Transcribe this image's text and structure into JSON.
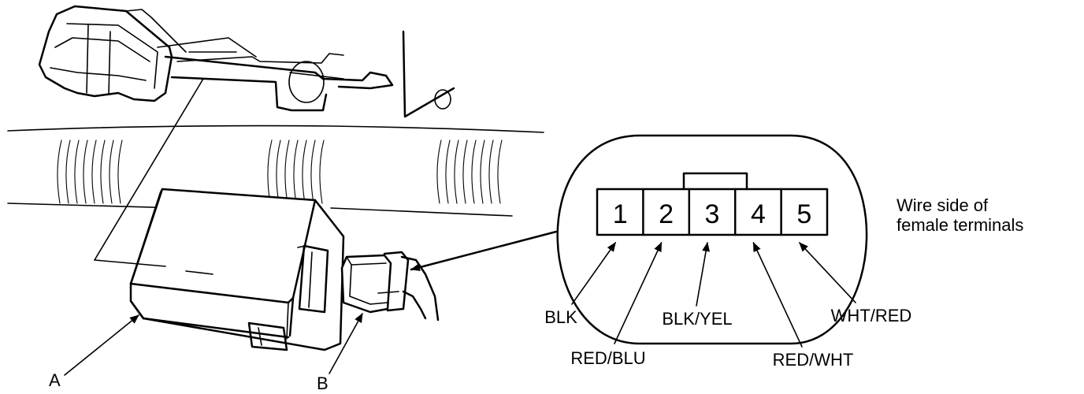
{
  "callouts": {
    "a": "A",
    "b": "B"
  },
  "connector_view": {
    "caption_line1": "Wire side of",
    "caption_line2": "female terminals",
    "terminals": [
      {
        "number": "1",
        "wire": "BLK"
      },
      {
        "number": "2",
        "wire": "RED/BLU"
      },
      {
        "number": "3",
        "wire": "BLK/YEL"
      },
      {
        "number": "4",
        "wire": "RED/WHT"
      },
      {
        "number": "5",
        "wire": "WHT/RED"
      }
    ]
  }
}
